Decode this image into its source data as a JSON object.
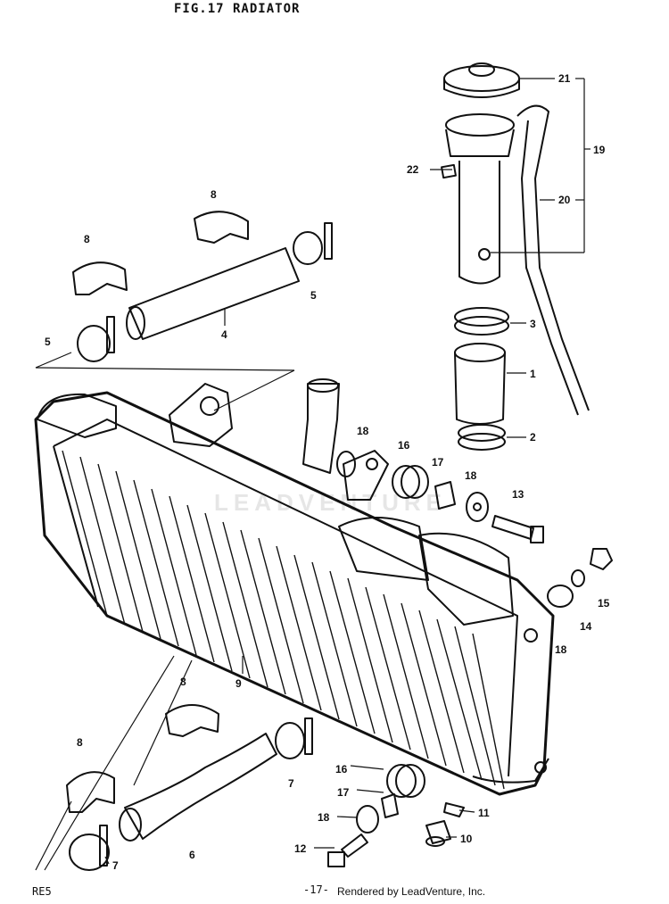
{
  "title": "FIG.17  RADIATOR",
  "footer": {
    "code": "RE5",
    "page": "-17-",
    "credit": "Rendered by LeadVenture, Inc."
  },
  "watermark": "LEADVENTURE",
  "callouts": [
    "21",
    "19",
    "20",
    "22",
    "8",
    "8",
    "5",
    "5",
    "4",
    "3",
    "1",
    "2",
    "18",
    "16",
    "17",
    "18",
    "13",
    "15",
    "14",
    "18",
    "9",
    "8",
    "8",
    "7",
    "16",
    "17",
    "11",
    "18",
    "12",
    "10",
    "6",
    "7"
  ]
}
